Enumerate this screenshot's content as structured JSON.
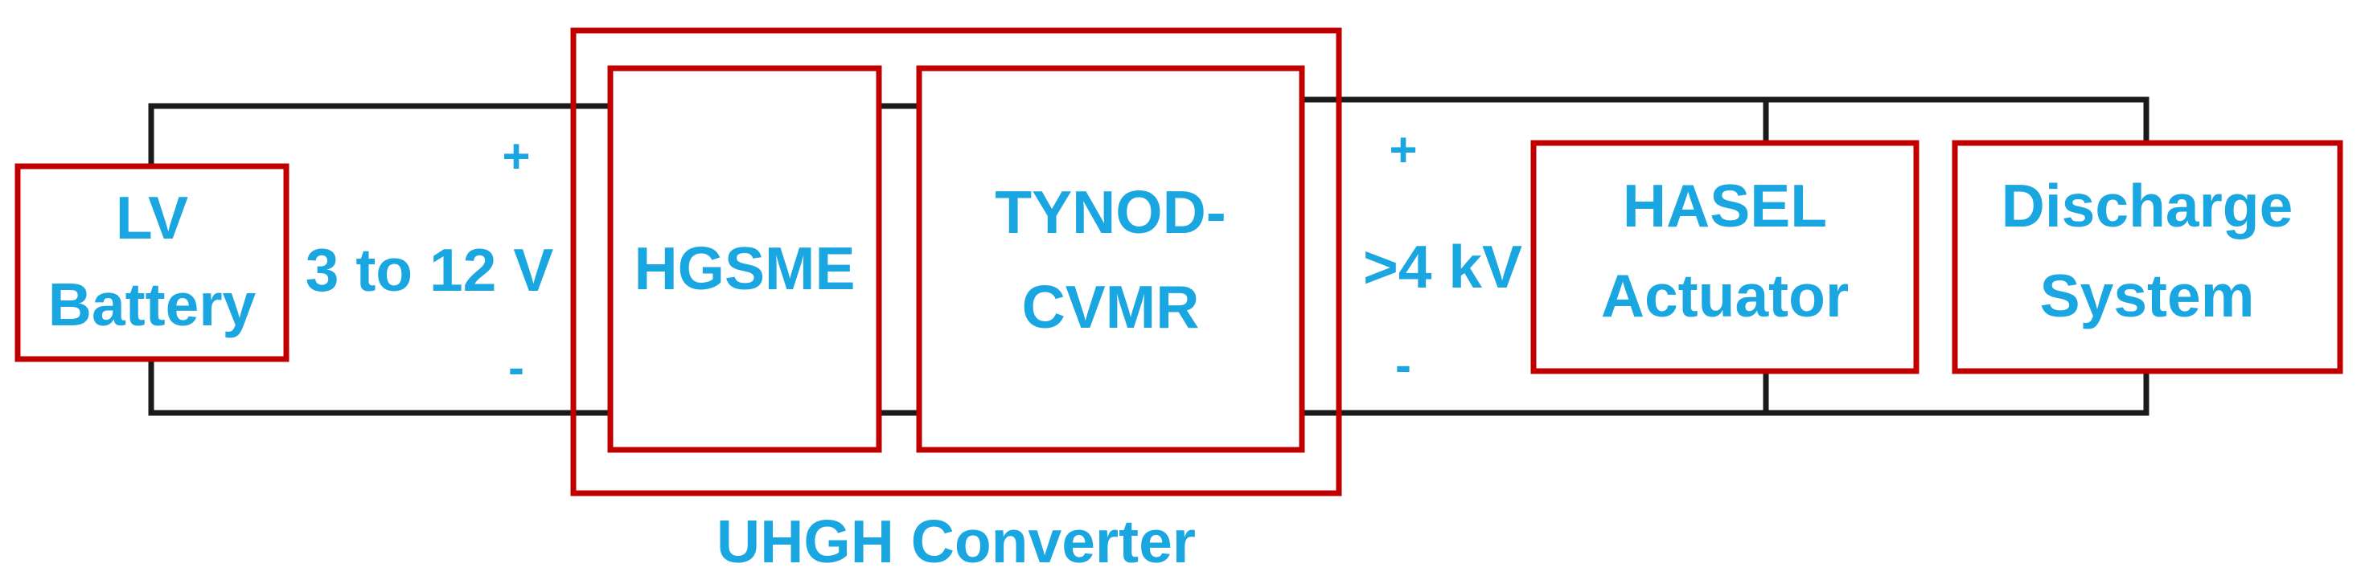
{
  "blocks": {
    "battery": {
      "line1": "LV",
      "line2": "Battery"
    },
    "hgsme": {
      "label": "HGSME"
    },
    "tynod": {
      "line1": "TYNOD-",
      "line2": "CVMR"
    },
    "hasel": {
      "line1": "HASEL",
      "line2": "Actuator"
    },
    "discharge": {
      "line1": "Discharge",
      "line2": "System"
    }
  },
  "converter": {
    "label": "UHGH Converter"
  },
  "input": {
    "voltage": "3 to 12 V",
    "plus": "+",
    "minus": "-"
  },
  "output": {
    "voltage": ">4 kV",
    "plus": "+",
    "minus": "-"
  },
  "colors": {
    "block_border": "#c00000",
    "text": "#1aa6e0",
    "wire": "#1a1a1a"
  }
}
